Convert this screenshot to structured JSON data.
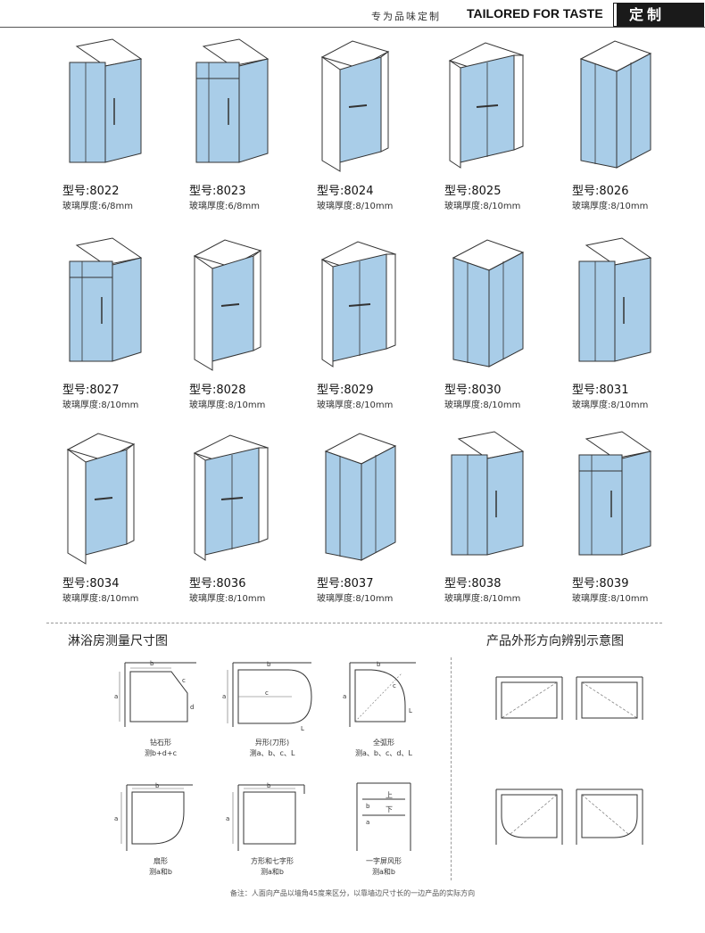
{
  "header": {
    "cn_tag": "专为品味定制",
    "en_tag": "TAILORED FOR TASTE",
    "badge": "定制"
  },
  "products": [
    {
      "model": "型号:8022",
      "thickness": "玻璃厚度:6/8mm"
    },
    {
      "model": "型号:8023",
      "thickness": "玻璃厚度:6/8mm"
    },
    {
      "model": "型号:8024",
      "thickness": "玻璃厚度:8/10mm"
    },
    {
      "model": "型号:8025",
      "thickness": "玻璃厚度:8/10mm"
    },
    {
      "model": "型号:8026",
      "thickness": "玻璃厚度:8/10mm"
    },
    {
      "model": "型号:8027",
      "thickness": "玻璃厚度:8/10mm"
    },
    {
      "model": "型号:8028",
      "thickness": "玻璃厚度:8/10mm"
    },
    {
      "model": "型号:8029",
      "thickness": "玻璃厚度:8/10mm"
    },
    {
      "model": "型号:8030",
      "thickness": "玻璃厚度:8/10mm"
    },
    {
      "model": "型号:8031",
      "thickness": "玻璃厚度:8/10mm"
    },
    {
      "model": "型号:8034",
      "thickness": "玻璃厚度:8/10mm"
    },
    {
      "model": "型号:8036",
      "thickness": "玻璃厚度:8/10mm"
    },
    {
      "model": "型号:8037",
      "thickness": "玻璃厚度:8/10mm"
    },
    {
      "model": "型号:8038",
      "thickness": "玻璃厚度:8/10mm"
    },
    {
      "model": "型号:8039",
      "thickness": "玻璃厚度:8/10mm"
    }
  ],
  "measure": {
    "title": "淋浴房测量尺寸图",
    "diagrams": [
      {
        "name": "钻石形",
        "dims": "测b+d+c"
      },
      {
        "name": "异形(刀形)",
        "dims": "测a、b、c、L"
      },
      {
        "name": "全弧形",
        "dims": "测a、b、c、d、L"
      },
      {
        "name": "扇形",
        "dims": "测a和b"
      },
      {
        "name": "方形和七字形",
        "dims": "测a和b"
      },
      {
        "name": "一字屏风形",
        "dims": "测a和b"
      }
    ],
    "labels": {
      "a": "a",
      "b": "b",
      "c": "c",
      "d": "d",
      "L": "L",
      "up": "上",
      "down": "下"
    }
  },
  "orientation": {
    "title": "产品外形方向辨别示意图"
  },
  "note": "备注：人面向产品以墙角45度来区分，以靠墙边尺寸长的一边产品的实际方向",
  "colors": {
    "glass": "#a9cde8",
    "frame": "#333333",
    "wall": "#ffffff"
  }
}
